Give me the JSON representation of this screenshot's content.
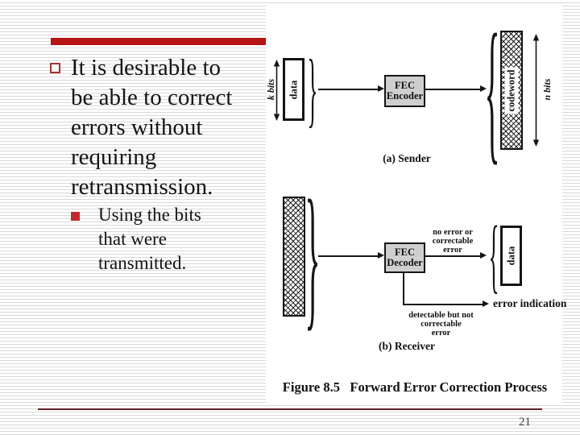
{
  "slide": {
    "page_number": "21",
    "colors": {
      "accent_bar": "#b61414",
      "bullet_outline": "#a53232",
      "bullet_fill": "#c22b2b",
      "footer_line": "#5e1e25",
      "process_box_fill": "#cfcfcf",
      "stripe_line": "#d9d9d9"
    },
    "bullets": {
      "main_text": "It is desirable to\nbe able to correct\nerrors without\nrequiring\nretransmission.",
      "sub_text": "Using the bits\nthat were\ntransmitted."
    },
    "figure": {
      "brace_open": "{",
      "brace_close": "}",
      "sender": {
        "k_bits_label": "k bits",
        "data_label": "data",
        "encoder_label": "FEC\nEncoder",
        "codeword_label": "codeword",
        "n_bits_label": "n bits",
        "caption": "(a) Sender"
      },
      "receiver": {
        "decoder_label": "FEC\nDecoder",
        "no_error_label": "no error or\ncorrectable\nerror",
        "data_label": "data",
        "error_indication_label": "error indication",
        "detectable_label": "detectable but not\ncorrectable\nerror",
        "caption": "(b) Receiver"
      },
      "caption": "Figure 8.5   Forward Error Correction Process"
    }
  }
}
